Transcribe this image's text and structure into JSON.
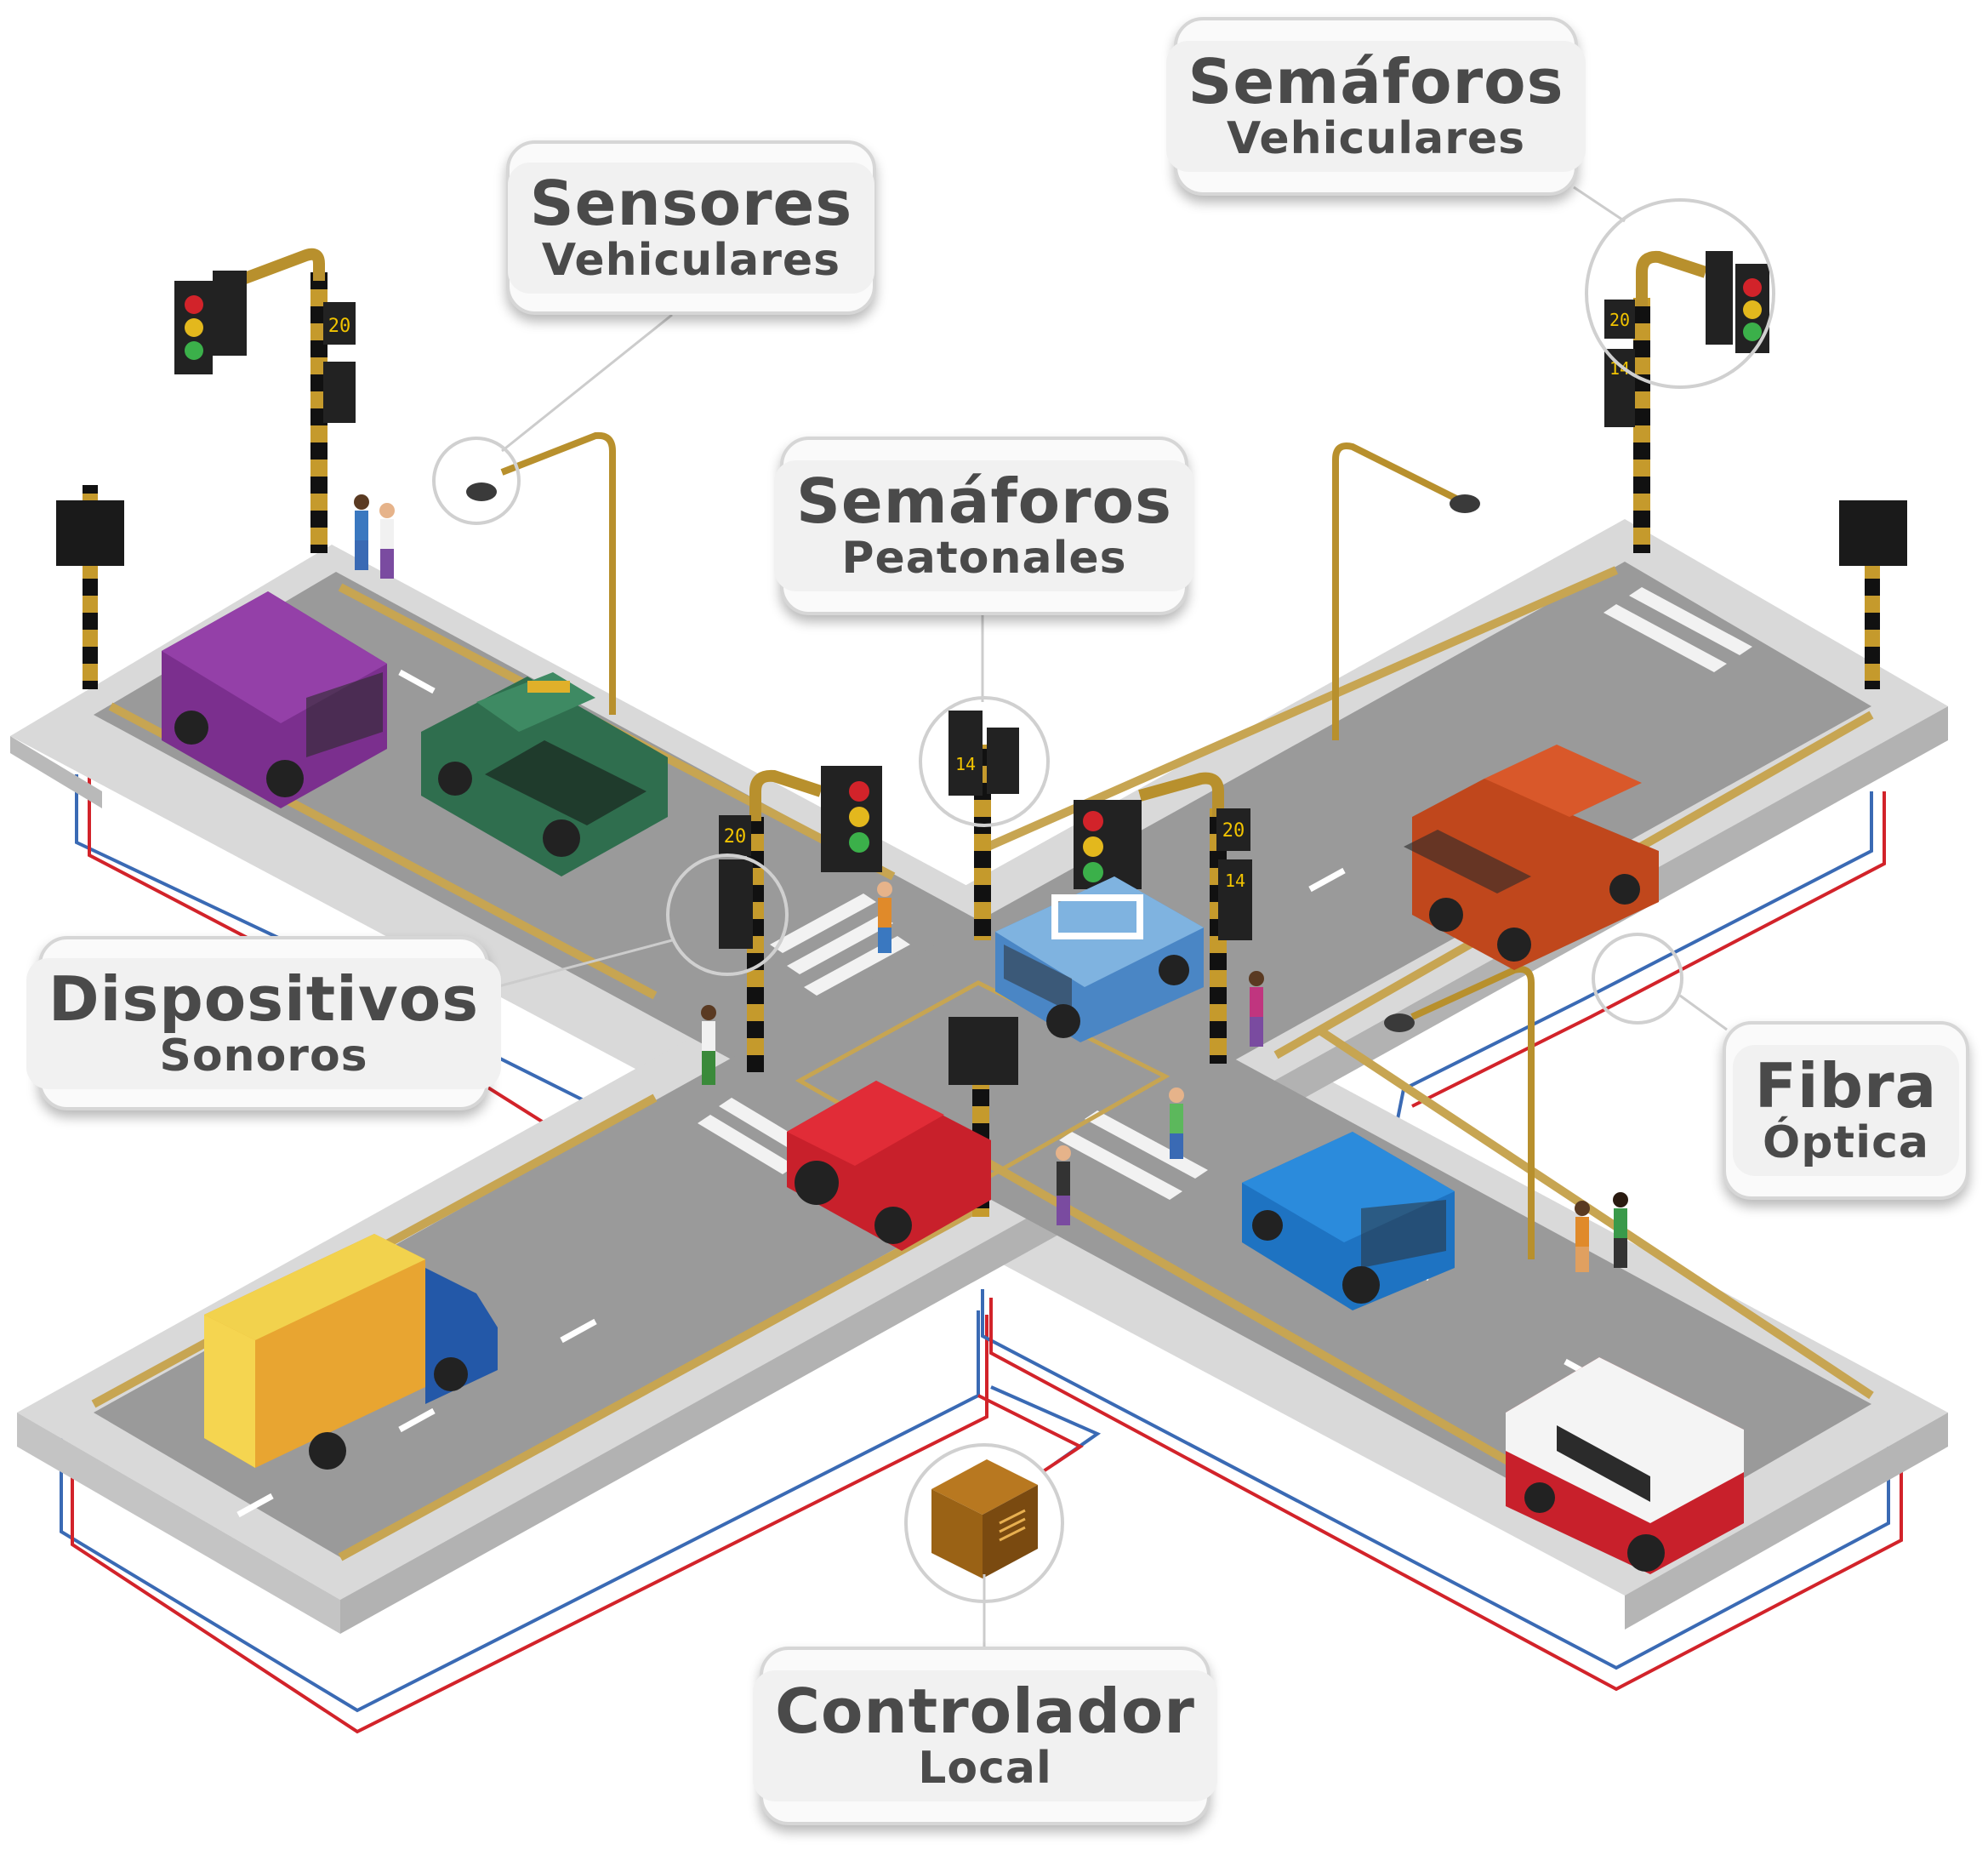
{
  "labels": {
    "sensores": {
      "line1": "Sensores",
      "line2": "Vehiculares"
    },
    "semaforos_vehiculares": {
      "line1": "Semáforos",
      "line2": "Vehiculares"
    },
    "semaforos_peatonales": {
      "line1": "Semáforos",
      "line2": "Peatonales"
    },
    "dispositivos": {
      "line1": "Dispositivos",
      "line2": "Sonoros"
    },
    "fibra": {
      "line1": "Fibra",
      "line2": "Óptica"
    },
    "controlador": {
      "line1": "Controlador",
      "line2": "Local"
    }
  },
  "countdowns": {
    "sv_top_left": "20",
    "sv_top_right": "20",
    "peatonal_right": "14",
    "center_right": "20",
    "center_right_ped": "14",
    "center_left": "20",
    "peatonal_center": "14"
  },
  "colors": {
    "road": "#9a9a9a",
    "sidewalk": "#d9d9d9",
    "curb_gold": "#c7a552",
    "pole_gold": "#b8902d",
    "fiber_red": "#d2232a",
    "fiber_blue": "#3a6ab4",
    "controller": "#9a6215"
  }
}
